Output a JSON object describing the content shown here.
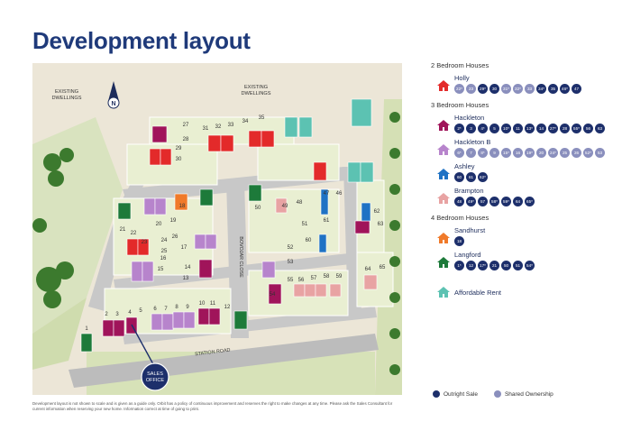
{
  "title": "Development layout",
  "map": {
    "labels": {
      "existing_left": [
        "EXISTING",
        "DWELLINGS"
      ],
      "existing_top": [
        "EXISTING",
        "DWELLINGS"
      ],
      "north": "N",
      "station_road": "STATION ROAD",
      "bovojar_close": "BOVOJAR CLOSE",
      "sales_office": [
        "SALES",
        "OFFICE"
      ]
    },
    "plot_numbers": [
      "1",
      "2",
      "3",
      "4",
      "5",
      "6",
      "7",
      "8",
      "9",
      "10",
      "11",
      "12",
      "13",
      "14",
      "15",
      "16",
      "17",
      "18",
      "19",
      "20",
      "21",
      "22",
      "23",
      "24",
      "25",
      "26",
      "27",
      "28",
      "29",
      "30",
      "31",
      "32",
      "33",
      "34",
      "35",
      "46",
      "47",
      "48",
      "49",
      "50",
      "51",
      "52",
      "53",
      "54",
      "55",
      "56",
      "57",
      "58",
      "59",
      "60",
      "61",
      "62",
      "63",
      "64",
      "65"
    ]
  },
  "legend": {
    "groups": [
      {
        "title": "2 Bedroom Houses",
        "houses": [
          {
            "name": "Holly",
            "color": "#e32a2a",
            "plots": [
              {
                "n": "22*",
                "s": true
              },
              {
                "n": "23",
                "s": true
              },
              {
                "n": "29*",
                "s": false
              },
              {
                "n": "30",
                "s": false
              },
              {
                "n": "31*",
                "s": true
              },
              {
                "n": "32*",
                "s": true
              },
              {
                "n": "33",
                "s": true
              },
              {
                "n": "34*",
                "s": false
              },
              {
                "n": "35",
                "s": false
              },
              {
                "n": "46*",
                "s": false
              },
              {
                "n": "47",
                "s": false
              }
            ]
          }
        ]
      },
      {
        "title": "3 Bedroom Houses",
        "houses": [
          {
            "name": "Hackleton",
            "color": "#a0145a",
            "plots": [
              {
                "n": "2*",
                "s": false
              },
              {
                "n": "3",
                "s": false
              },
              {
                "n": "4*",
                "s": false
              },
              {
                "n": "5",
                "s": false
              },
              {
                "n": "10*",
                "s": false
              },
              {
                "n": "11",
                "s": false
              },
              {
                "n": "13*",
                "s": false
              },
              {
                "n": "14",
                "s": false
              },
              {
                "n": "27*",
                "s": false
              },
              {
                "n": "28",
                "s": false
              },
              {
                "n": "55*",
                "s": false
              },
              {
                "n": "56",
                "s": false
              },
              {
                "n": "63",
                "s": false
              }
            ]
          },
          {
            "name": "Hackleton B",
            "color": "#b784cc",
            "plots": [
              {
                "n": "6*",
                "s": true
              },
              {
                "n": "7",
                "s": true
              },
              {
                "n": "8*",
                "s": true
              },
              {
                "n": "9",
                "s": true
              },
              {
                "n": "15*",
                "s": true
              },
              {
                "n": "16",
                "s": true
              },
              {
                "n": "19*",
                "s": true
              },
              {
                "n": "20",
                "s": true
              },
              {
                "n": "24*",
                "s": true
              },
              {
                "n": "25",
                "s": true
              },
              {
                "n": "26",
                "s": true
              },
              {
                "n": "52*",
                "s": true
              },
              {
                "n": "53",
                "s": true
              }
            ]
          },
          {
            "name": "Ashley",
            "color": "#1f72c4",
            "plots": [
              {
                "n": "60",
                "s": false
              },
              {
                "n": "61",
                "s": false
              },
              {
                "n": "62*",
                "s": false
              }
            ]
          },
          {
            "name": "Brampton",
            "color": "#e8a3a3",
            "plots": [
              {
                "n": "48",
                "s": false
              },
              {
                "n": "49*",
                "s": false
              },
              {
                "n": "57",
                "s": false
              },
              {
                "n": "58*",
                "s": false
              },
              {
                "n": "59*",
                "s": false
              },
              {
                "n": "64",
                "s": false
              },
              {
                "n": "65*",
                "s": false
              }
            ]
          }
        ]
      },
      {
        "title": "4 Bedroom Houses",
        "houses": [
          {
            "name": "Sandhurst",
            "color": "#f07a2a",
            "plots": [
              {
                "n": "18",
                "s": false
              }
            ]
          },
          {
            "name": "Langford",
            "color": "#1d7a3a",
            "plots": [
              {
                "n": "1*",
                "s": false
              },
              {
                "n": "12",
                "s": false
              },
              {
                "n": "17*",
                "s": false
              },
              {
                "n": "21",
                "s": false
              },
              {
                "n": "50",
                "s": false
              },
              {
                "n": "51",
                "s": false
              },
              {
                "n": "54*",
                "s": false
              }
            ]
          }
        ]
      }
    ],
    "affordable": {
      "name": "Affordable Rent",
      "color": "#5cc2b2"
    }
  },
  "key": {
    "outright": "Outright Sale",
    "shared": "Shared Ownership"
  },
  "disclaimer": "Development layout is not shown to scale and is given as a guide only. Orbit has a policy of continuous improvement and reserves the right to make changes at any time. Please ask the Sales Consultant for current information when reserving your new home. Information correct at time of going to print."
}
